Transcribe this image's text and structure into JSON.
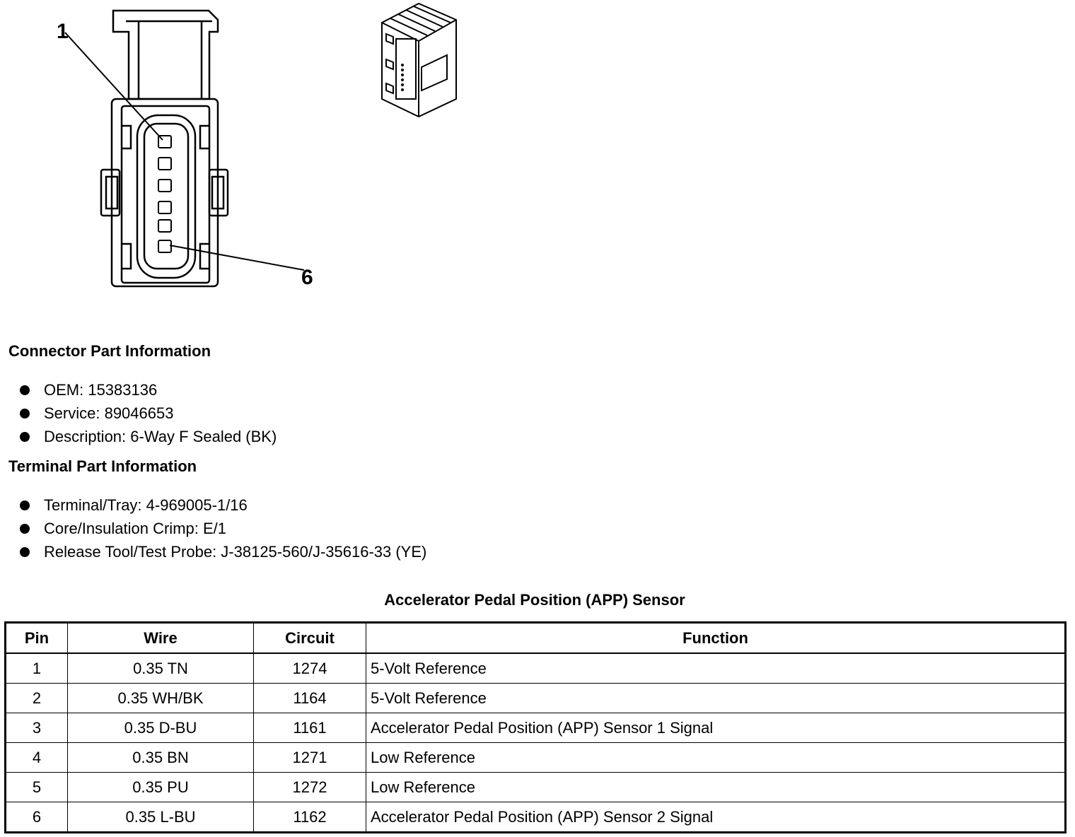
{
  "callouts": {
    "first": "1",
    "last": "6"
  },
  "connector_info": {
    "heading": "Connector Part Information",
    "items": [
      "OEM: 15383136",
      "Service: 89046653",
      "Description: 6-Way F Sealed (BK)"
    ]
  },
  "terminal_info": {
    "heading": "Terminal Part Information",
    "items": [
      "Terminal/Tray: 4-969005-1/16",
      "Core/Insulation Crimp: E/1",
      "Release Tool/Test Probe: J-38125-560/J-35616-33 (YE)"
    ]
  },
  "pinout": {
    "title": "Accelerator Pedal Position (APP) Sensor",
    "headers": [
      "Pin",
      "Wire",
      "Circuit",
      "Function"
    ],
    "rows": [
      [
        "1",
        "0.35 TN",
        "1274",
        "5-Volt Reference"
      ],
      [
        "2",
        "0.35 WH/BK",
        "1164",
        "5-Volt Reference"
      ],
      [
        "3",
        "0.35 D-BU",
        "1161",
        "Accelerator Pedal Position (APP) Sensor 1 Signal"
      ],
      [
        "4",
        "0.35 BN",
        "1271",
        "Low Reference"
      ],
      [
        "5",
        "0.35 PU",
        "1272",
        "Low Reference"
      ],
      [
        "6",
        "0.35 L-BU",
        "1162",
        "Accelerator Pedal Position (APP) Sensor 2 Signal"
      ]
    ]
  }
}
